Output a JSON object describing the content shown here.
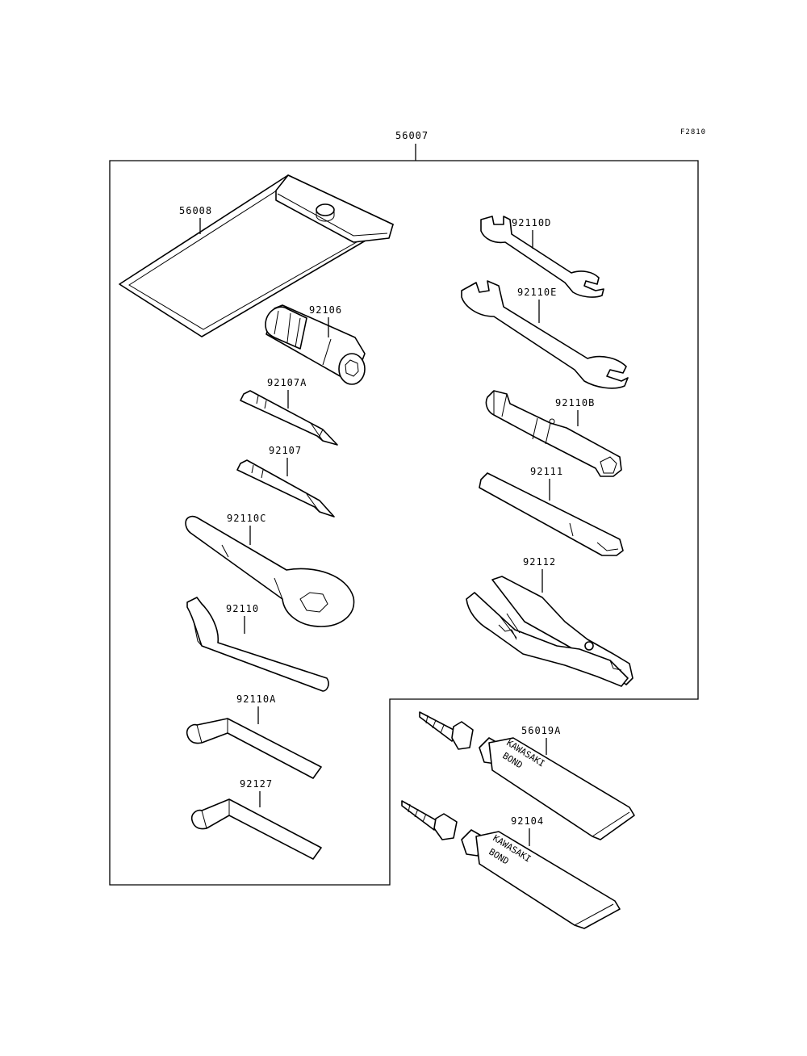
{
  "figure_code": "F2810",
  "parts": {
    "kit": "56007",
    "pouch": "56008",
    "socket": "92106",
    "driver_bit_a": "92107A",
    "driver_bit": "92107",
    "ring_wrench": "92110C",
    "hook_wrench": "92110",
    "hex_key_a": "92110A",
    "hex_key": "92127",
    "open_wrench_d": "92110D",
    "open_wrench_e": "92110E",
    "box_wrench_b": "92110B",
    "handle": "92111",
    "pliers": "92112",
    "bond_large": "56019A",
    "bond_small": "92104"
  },
  "tube_text": {
    "brand": "KAWASAKI",
    "product": "BOND"
  }
}
